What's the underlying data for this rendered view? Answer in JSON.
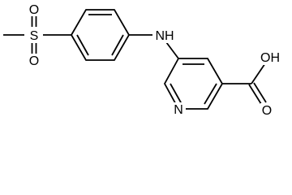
{
  "atoms": {
    "s": "S",
    "o_top": "O",
    "o_bottom": "O",
    "nh": "NH",
    "n_ring": "N",
    "oh": "OH",
    "o_carbonyl": "O"
  },
  "colors": {
    "ink": "#000000",
    "background": "#ffffff"
  }
}
